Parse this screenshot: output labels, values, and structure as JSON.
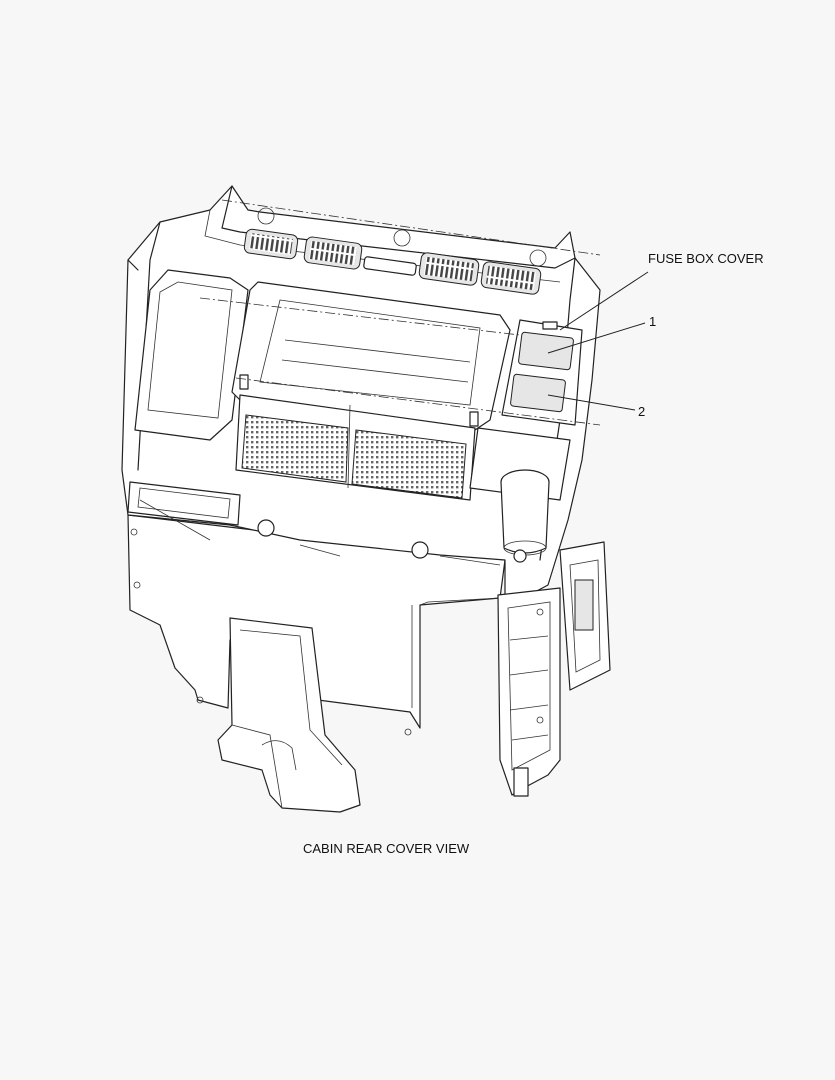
{
  "labels": {
    "fuse_box_cover": "FUSE BOX COVER",
    "callout_1": "1",
    "callout_2": "2"
  },
  "caption": "CABIN REAR COVER VIEW"
}
